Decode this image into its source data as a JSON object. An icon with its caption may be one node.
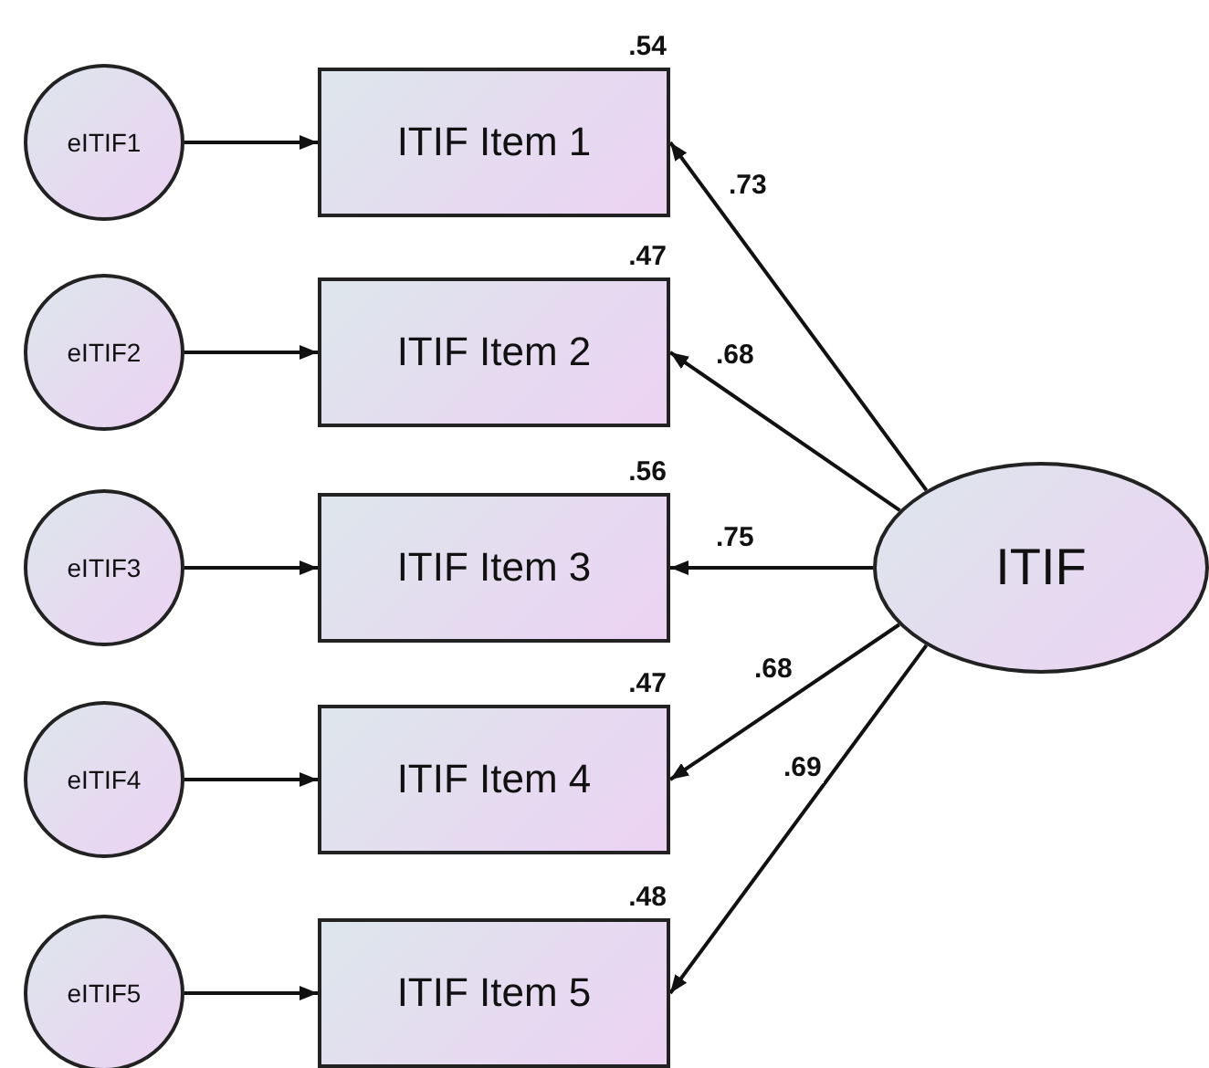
{
  "diagram": {
    "nodes": [
      {
        "text": [
          "eITIF1"
        ]
      },
      {
        "text": [
          "ITIF Item 1"
        ],
        "beside": [
          ".54"
        ]
      },
      {
        "text": [
          "eITIF2"
        ]
      },
      {
        "text": [
          "ITIF Item 2"
        ],
        "beside": [
          ".47"
        ]
      },
      {
        "text": [
          "eITIF3"
        ]
      },
      {
        "text": [
          "ITIF Item 3"
        ],
        "beside": [
          ".56"
        ]
      },
      {
        "text": [
          "eITIF4"
        ]
      },
      {
        "text": [
          "ITIF Item 4"
        ],
        "beside": [
          ".47"
        ]
      },
      {
        "text": [
          "eITIF5"
        ]
      },
      {
        "text": [
          "ITIF Item 5"
        ],
        "beside": [
          ".48"
        ]
      },
      {
        "text": [
          "ITIF"
        ]
      }
    ],
    "edges": [
      {
        "from": 0,
        "to": 1,
        "arrow": "to"
      },
      {
        "from": 2,
        "to": 3,
        "arrow": "to"
      },
      {
        "from": 4,
        "to": 5,
        "arrow": "to"
      },
      {
        "from": 6,
        "to": 7,
        "arrow": "to"
      },
      {
        "from": 8,
        "to": 9,
        "arrow": "to"
      },
      {
        "from": 10,
        "to": 1,
        "arrow": "to",
        "label": ".73"
      },
      {
        "from": 10,
        "to": 3,
        "arrow": "to",
        "label": ".68"
      },
      {
        "from": 10,
        "to": 5,
        "arrow": "to",
        "label": ".75"
      },
      {
        "from": 10,
        "to": 7,
        "arrow": "to",
        "label": ".68"
      },
      {
        "from": 10,
        "to": 9,
        "arrow": "to",
        "label": ".69"
      }
    ]
  }
}
